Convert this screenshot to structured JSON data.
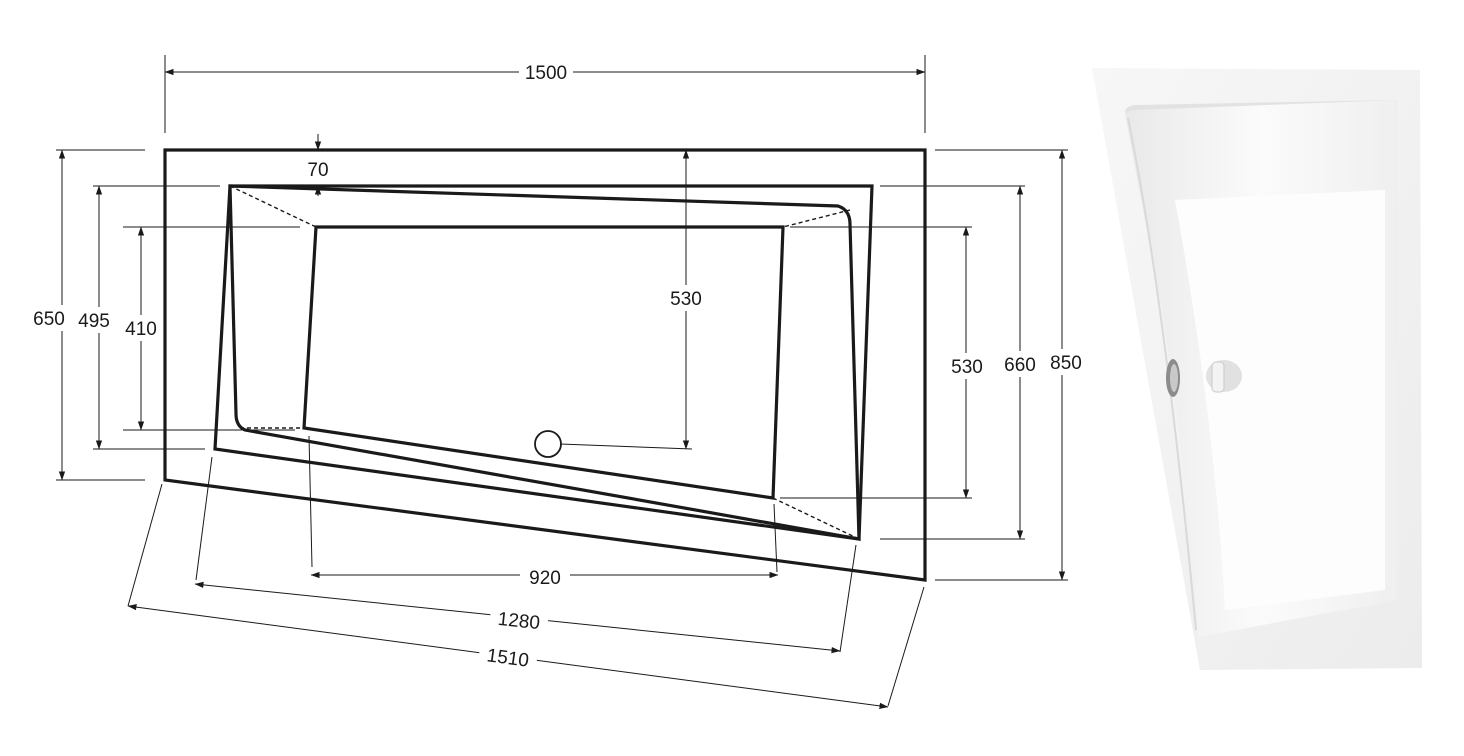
{
  "dimensions": {
    "top_width": "1500",
    "rim_offset": "70",
    "left_outer_height": "650",
    "left_mid_height": "495",
    "left_inner_height": "410",
    "center_depth": "530",
    "right_inner_height": "530",
    "right_mid_height": "660",
    "right_outer_height": "850",
    "bottom_inner_length": "920",
    "bottom_mid_length": "1280",
    "bottom_outer_length": "1510"
  },
  "colors": {
    "line": "#1a1a1a",
    "background": "#ffffff"
  }
}
